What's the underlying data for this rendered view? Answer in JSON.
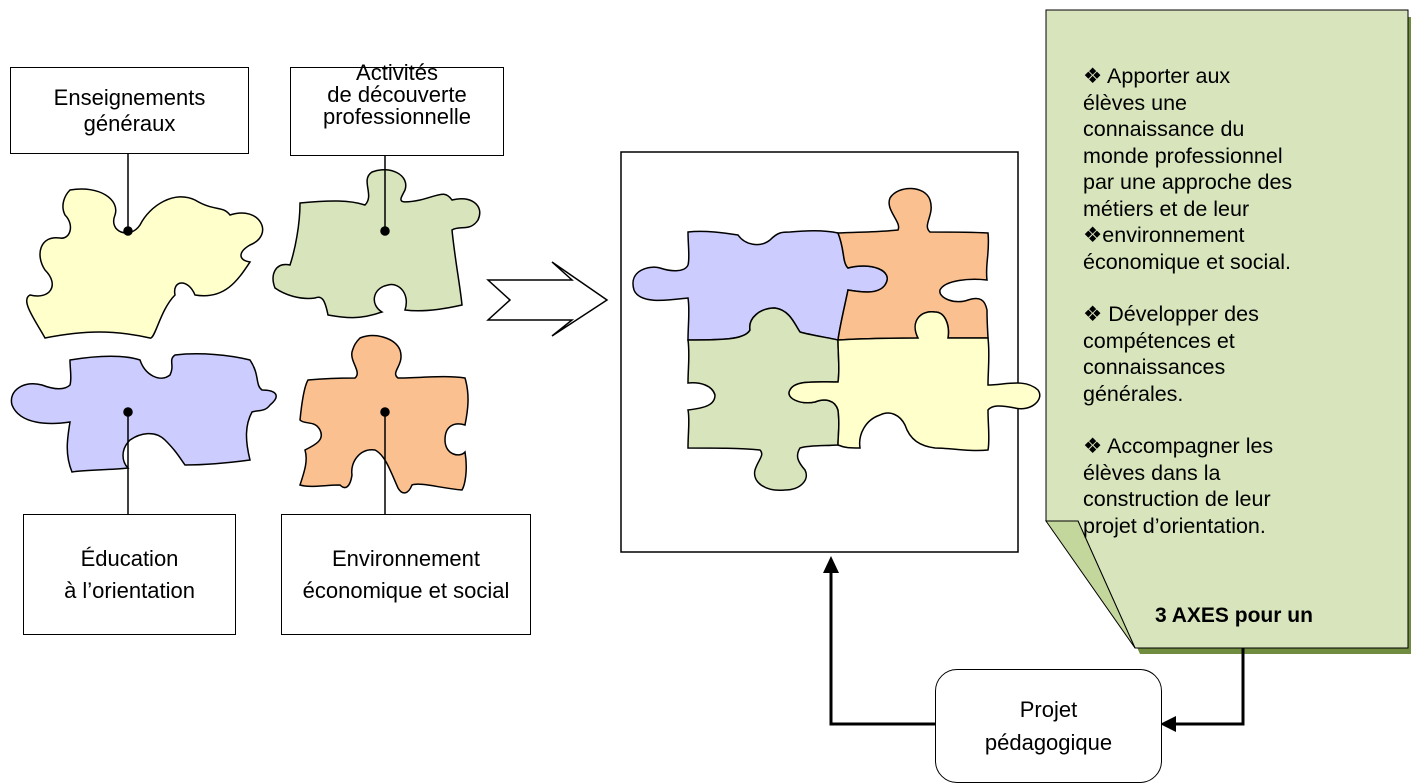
{
  "boxes": {
    "enseignements": [
      "Enseignements",
      "généraux"
    ],
    "activites": [
      "Activités",
      "de découverte",
      "professionnelle"
    ],
    "education": [
      "Éducation",
      "à l’orientation"
    ],
    "environnement": [
      "Environnement",
      "économique et social"
    ]
  },
  "projet": [
    "Projet",
    "pédagogique"
  ],
  "note": {
    "paragraphs": [
      [
        "❖ Apporter aux",
        "élèves une",
        "connaissance du",
        "monde professionnel",
        "par une approche des",
        "métiers et de leur",
        "❖environnement",
        "économique et social."
      ],
      [
        "❖ Développer des",
        "compétences et",
        "connaissances",
        "générales."
      ],
      [
        "❖ Accompagner les",
        "élèves dans la",
        "construction de leur",
        "projet d’orientation."
      ]
    ],
    "axes_label": "3 AXES pour un"
  },
  "colors": {
    "yellow": "#ffffcc",
    "green": "#d7e4bc",
    "blue": "#ccccff",
    "orange": "#fac090",
    "note_green": "#d7e4bc",
    "note_shadow": "#6f8c3f"
  },
  "icons": [
    "puzzle-piece",
    "block-arrow-right",
    "arrow-head"
  ]
}
